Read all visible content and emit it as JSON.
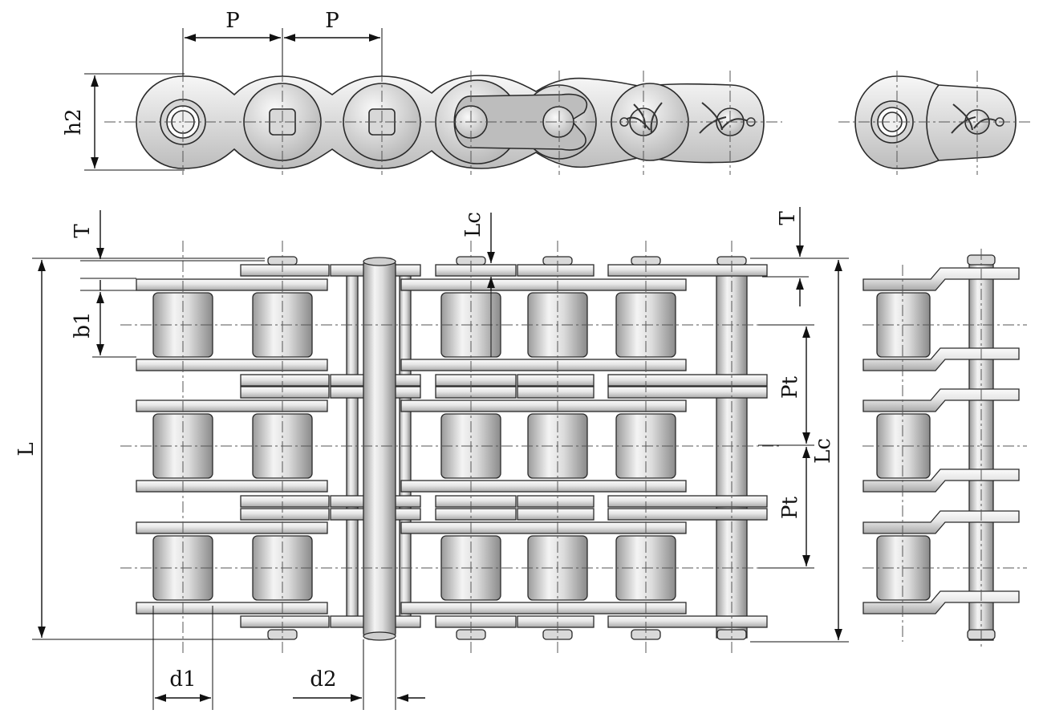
{
  "labels": {
    "pitch_1": "P",
    "pitch_2": "P",
    "plate_height": "h2",
    "plate_thickness_left": "T",
    "plate_thickness_right": "T",
    "inner_width": "b1",
    "overall_length": "L",
    "pin_length_top": "Lc",
    "pin_length_right": "Lc",
    "transverse_pitch_1": "Pt",
    "transverse_pitch_2": "Pt",
    "roller_diameter": "d1",
    "pin_diameter": "d2"
  },
  "colors": {
    "metal_light": "#f2f2f2",
    "metal_mid": "#c9c9c9",
    "metal_dark": "#8f8f8f",
    "line": "#111111"
  }
}
